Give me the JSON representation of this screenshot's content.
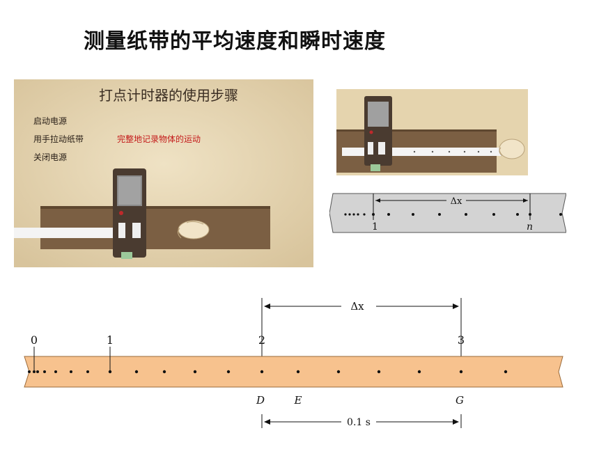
{
  "title": "测量纸带的平均速度和瞬时速度",
  "left_panel": {
    "heading": "打点计时器的使用步骤",
    "steps": [
      "启动电源",
      "用手拉动纸带",
      "关闭电源"
    ],
    "note": "完整地记录物体的运动",
    "colors": {
      "background": "#e8d8b4",
      "track": "#7b5f43",
      "note": "#c41a1a",
      "device": "#4a3b30"
    }
  },
  "small_tape": {
    "label_start": "1",
    "label_end": "n",
    "delta_label": "Δx",
    "colors": {
      "tape": "#d3d3d3"
    }
  },
  "large_tape": {
    "top_labels": [
      "0",
      "1",
      "2",
      "3"
    ],
    "bottom_labels": [
      "D",
      "E",
      "G"
    ],
    "delta_label": "Δx",
    "time_label": "0.1 s",
    "colors": {
      "tape": "#f7c28e",
      "edge": "#9a6a3a"
    }
  }
}
